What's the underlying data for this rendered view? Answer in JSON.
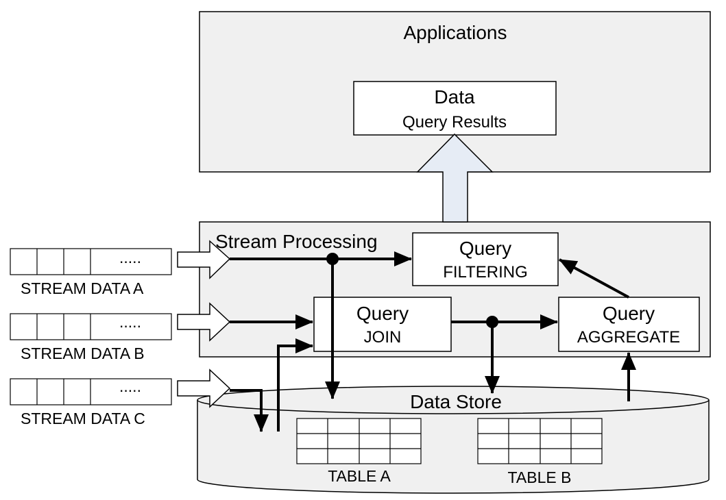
{
  "applications": {
    "title": "Applications",
    "data_box": {
      "title": "Data",
      "subtitle": "Query Results"
    }
  },
  "stream_processing": {
    "title": "Stream Processing",
    "queries": {
      "filtering": {
        "title": "Query",
        "subtitle": "FILTERING"
      },
      "join": {
        "title": "Query",
        "subtitle": "JOIN"
      },
      "aggregate": {
        "title": "Query",
        "subtitle": "AGGREGATE"
      }
    }
  },
  "streams": [
    {
      "label": "STREAM DATA A",
      "ellipsis": "....."
    },
    {
      "label": "STREAM DATA B",
      "ellipsis": "....."
    },
    {
      "label": "STREAM DATA C",
      "ellipsis": "....."
    }
  ],
  "data_store": {
    "title": "Data Store",
    "tables": [
      {
        "label": "TABLE A"
      },
      {
        "label": "TABLE B"
      }
    ]
  },
  "colors": {
    "panel_fill": "#f0f0f0",
    "box_fill": "#ffffff",
    "result_arrow_fill": "#e6ecf5",
    "stroke": "#000000"
  }
}
